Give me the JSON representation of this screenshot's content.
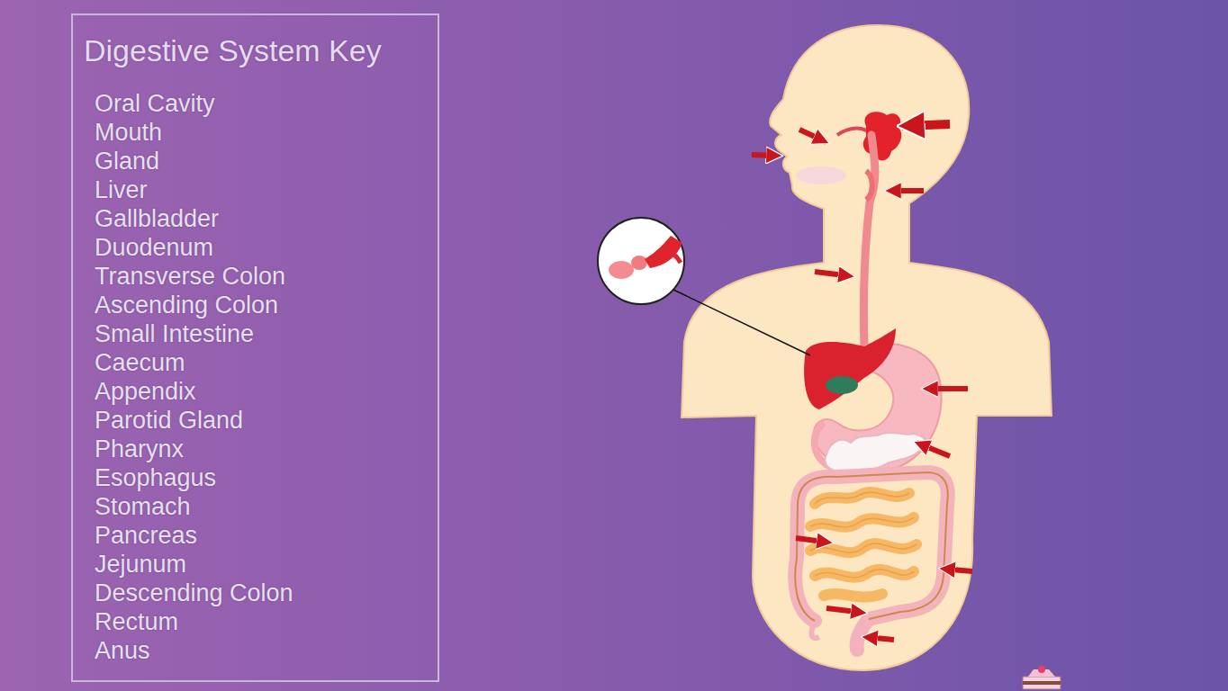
{
  "diagram": {
    "nodes": [
      {
        "text": [
          "Digestive System Key",
          "Oral Cavity",
          "Mouth",
          "Gland",
          "Liver",
          "Gallbladder",
          "Duodenum",
          "Transverse Colon",
          "Ascending Colon",
          "Small Intestine",
          "Caecum",
          "Appendix",
          "Parotid Gland",
          "Pharynx",
          "Esophagus",
          "Stomach",
          "Pancreas",
          "Jejunum",
          "Descending Colon",
          "Rectum",
          "Anus"
        ]
      }
    ],
    "edges": []
  }
}
